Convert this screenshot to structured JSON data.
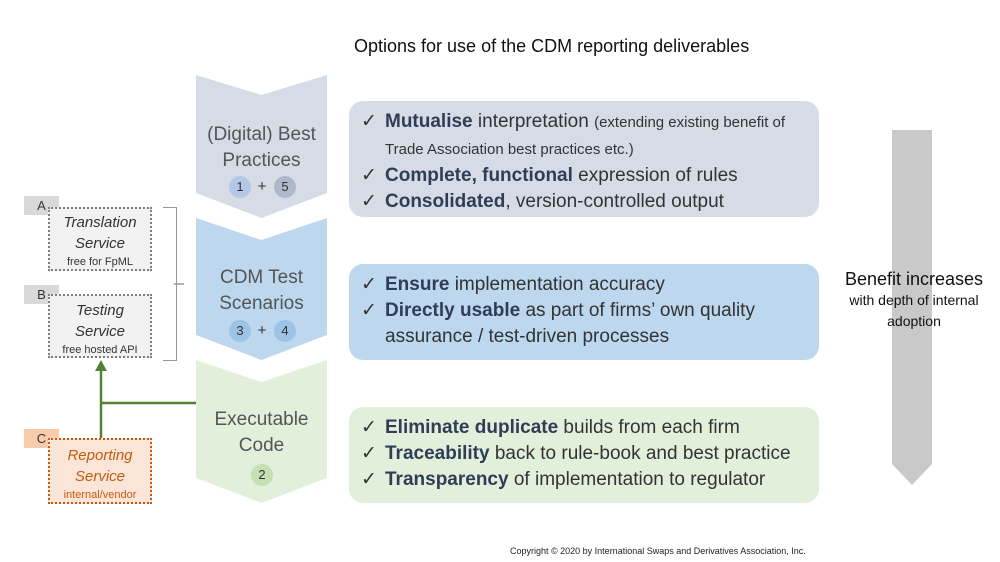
{
  "title": "Options for use of the CDM reporting deliverables",
  "chevrons": [
    {
      "line1": "(Digital) Best",
      "line2": "Practices",
      "n1": "1",
      "n2": "5",
      "plus": "+"
    },
    {
      "line1": "CDM Test",
      "line2": "Scenarios",
      "n1": "3",
      "n2": "4",
      "plus": "+"
    },
    {
      "line1": "Executable",
      "line2": "Code",
      "n1": "2"
    }
  ],
  "boxes": {
    "best_practices": [
      {
        "bold": "Mutualise",
        "text": " interpretation ",
        "small": "(extending existing benefit of Trade Association best practices etc.)"
      },
      {
        "bold": "Complete, functional",
        "text": " expression of rules"
      },
      {
        "bold": "Consolidated",
        "text": ", version-controlled output"
      }
    ],
    "test_scenarios": [
      {
        "bold": "Ensure",
        "text": " implementation accuracy"
      },
      {
        "bold": "Directly usable",
        "text": " as part of firms’ own quality assurance / test-driven processes"
      }
    ],
    "executable_code": [
      {
        "bold": "Eliminate duplicate",
        "text": " builds from each firm"
      },
      {
        "bold": "Traceability",
        "text": " back to rule-book and best practice"
      },
      {
        "bold": "Transparency",
        "text": " of implementation to regulator"
      }
    ]
  },
  "check_mark": "✓",
  "services": [
    {
      "tag": "A",
      "line1": "Translation",
      "line2": "Service",
      "sub": "free for FpML"
    },
    {
      "tag": "B",
      "line1": "Testing",
      "line2": "Service",
      "sub": "free hosted API"
    },
    {
      "tag": "C",
      "line1": "Reporting",
      "line2": "Service",
      "sub": "internal/vendor"
    }
  ],
  "benefit": {
    "line1": "Benefit increases",
    "line2": "with depth of internal",
    "line3": "adoption"
  },
  "copyright": "Copyright © 2020 by International Swaps and Derivatives Association, Inc.",
  "colors": {
    "best_practices": "#d6dce5",
    "test_scenarios": "#bdd7ee",
    "executable_code": "#e2efda",
    "reporting_accent": "#c55a11",
    "arrow_green": "#548235",
    "benefit_arrow": "#c9c9c9"
  }
}
